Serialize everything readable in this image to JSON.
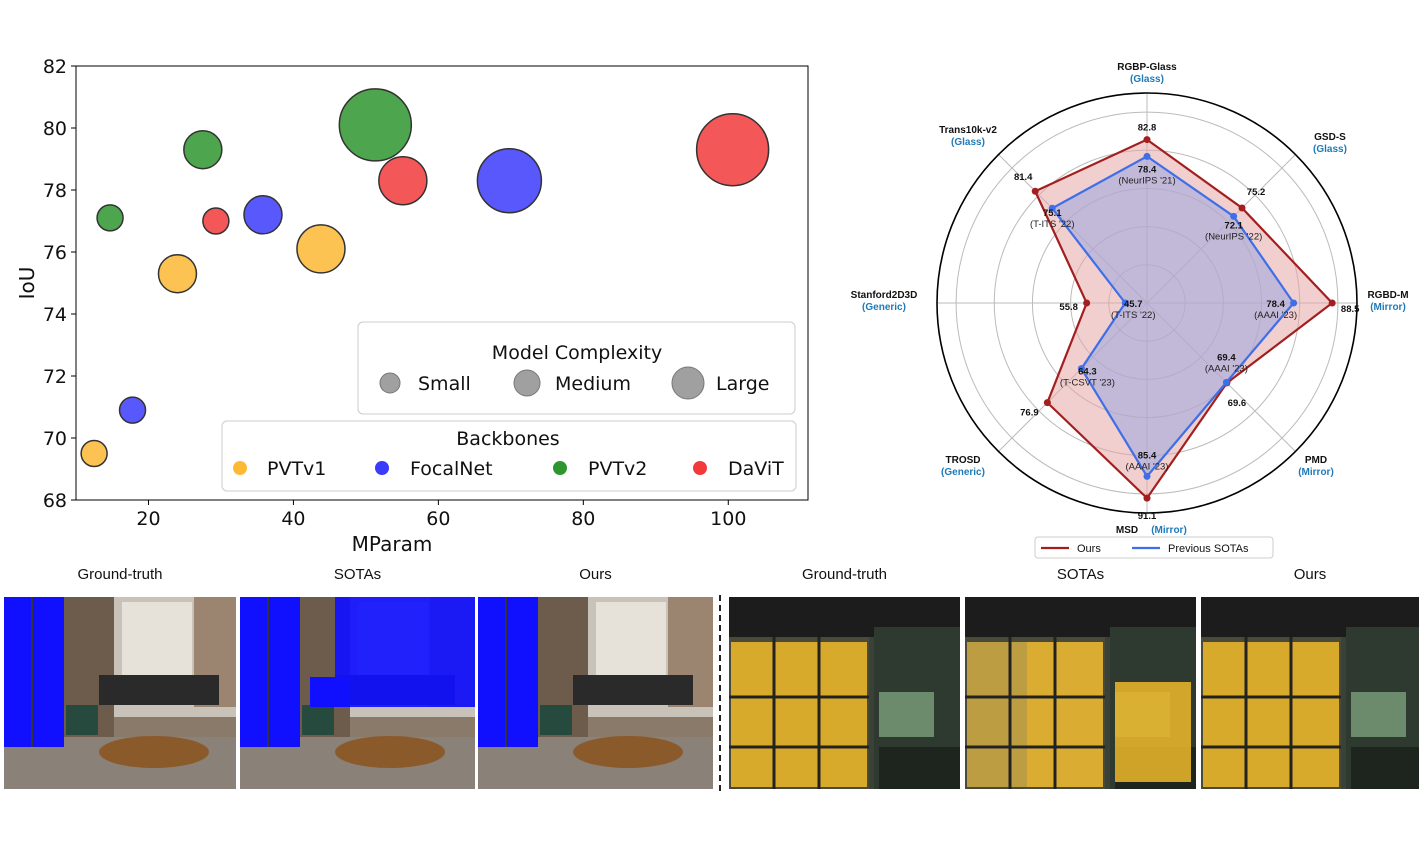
{
  "chart_data": [
    {
      "type": "scatter",
      "xlabel": "MParam",
      "ylabel": "IoU",
      "xlim": [
        10,
        111
      ],
      "ylim": [
        68,
        82
      ],
      "xticks": [
        20,
        40,
        60,
        80,
        100
      ],
      "yticks": [
        68,
        70,
        72,
        74,
        76,
        78,
        80,
        82
      ],
      "grid": false,
      "size_legend": {
        "title": "Model Complexity",
        "entries": [
          {
            "label": "Small",
            "size": "small"
          },
          {
            "label": "Medium",
            "size": "medium"
          },
          {
            "label": "Large",
            "size": "large"
          }
        ]
      },
      "color_legend": {
        "title": "Backbones",
        "entries": [
          {
            "label": "PVTv1",
            "color": "#fdb934"
          },
          {
            "label": "FocalNet",
            "color": "#3b3bfb"
          },
          {
            "label": "PVTv2",
            "color": "#2e962e"
          },
          {
            "label": "DaViT",
            "color": "#f23a3a"
          }
        ]
      },
      "series": [
        {
          "name": "PVTv1",
          "color": "#fdb934",
          "points": [
            {
              "x": 12.5,
              "y": 69.5,
              "size": "tiny"
            },
            {
              "x": 24.0,
              "y": 75.3,
              "size": "small"
            },
            {
              "x": 43.8,
              "y": 76.1,
              "size": "medium"
            }
          ]
        },
        {
          "name": "FocalNet",
          "color": "#3b3bfb",
          "points": [
            {
              "x": 17.8,
              "y": 70.9,
              "size": "tiny"
            },
            {
              "x": 35.8,
              "y": 77.2,
              "size": "small"
            },
            {
              "x": 69.8,
              "y": 78.3,
              "size": "large"
            }
          ]
        },
        {
          "name": "PVTv2",
          "color": "#2e962e",
          "points": [
            {
              "x": 14.7,
              "y": 77.1,
              "size": "tiny"
            },
            {
              "x": 27.5,
              "y": 79.3,
              "size": "small"
            },
            {
              "x": 51.3,
              "y": 80.1,
              "size": "xlarge"
            }
          ]
        },
        {
          "name": "DaViT",
          "color": "#f23a3a",
          "points": [
            {
              "x": 29.3,
              "y": 77.0,
              "size": "tiny"
            },
            {
              "x": 55.1,
              "y": 78.3,
              "size": "medium"
            },
            {
              "x": 100.6,
              "y": 79.3,
              "size": "xlarge"
            }
          ]
        }
      ]
    },
    {
      "type": "radar",
      "rlim": [
        40,
        95
      ],
      "grid": true,
      "legend": {
        "placement": "bottom",
        "entries": [
          {
            "label": "Ours",
            "color": "#a31f1f"
          },
          {
            "label": "Previous SOTAs",
            "color": "#3f6fe8"
          }
        ]
      },
      "axes": [
        {
          "name": "RGBP-Glass",
          "category": "(Glass)"
        },
        {
          "name": "GSD-S",
          "category": "(Glass)"
        },
        {
          "name": "RGBD-M",
          "category": "(Mirror)"
        },
        {
          "name": "PMD",
          "category": "(Mirror)"
        },
        {
          "name": "MSD",
          "category": "(Mirror)"
        },
        {
          "name": "TROSD",
          "category": "(Generic)"
        },
        {
          "name": "Stanford2D3D",
          "category": "(Generic)"
        },
        {
          "name": "Trans10k-v2",
          "category": "(Glass)"
        }
      ],
      "series": [
        {
          "name": "Ours",
          "color": "#a31f1f",
          "fill": "#e8a8a8",
          "values": [
            82.8,
            75.2,
            88.5,
            69.6,
            91.1,
            76.9,
            55.8,
            81.4
          ],
          "labels": [
            "82.8",
            "75.2",
            "88.5",
            "69.6",
            "91.1",
            "76.9",
            "55.8",
            "81.4"
          ]
        },
        {
          "name": "Previous SOTAs",
          "color": "#3f6fe8",
          "fill": "#9aa8e0",
          "values": [
            78.4,
            72.1,
            78.4,
            69.4,
            85.4,
            64.3,
            45.7,
            75.1
          ],
          "labels": [
            "78.4",
            "72.1",
            "78.4",
            "69.4",
            "85.4",
            "64.3",
            "45.7",
            "75.1"
          ],
          "sources": [
            "(NeurIPS '21)",
            "(NeurIPS '22)",
            "(AAAI '23)",
            "(AAAI '23)",
            "(AAAI '23)",
            "(T-CSVT '23)",
            "(T-ITS '22)",
            "(T-ITS '22)"
          ]
        }
      ]
    }
  ],
  "examples": {
    "glass": {
      "captions": [
        "Ground-truth",
        "SOTAs",
        "Ours"
      ],
      "mask_color": "#1010ff"
    },
    "mirror": {
      "captions": [
        "Ground-truth",
        "SOTAs",
        "Ours"
      ],
      "mask_color": "#e8b52a"
    }
  }
}
